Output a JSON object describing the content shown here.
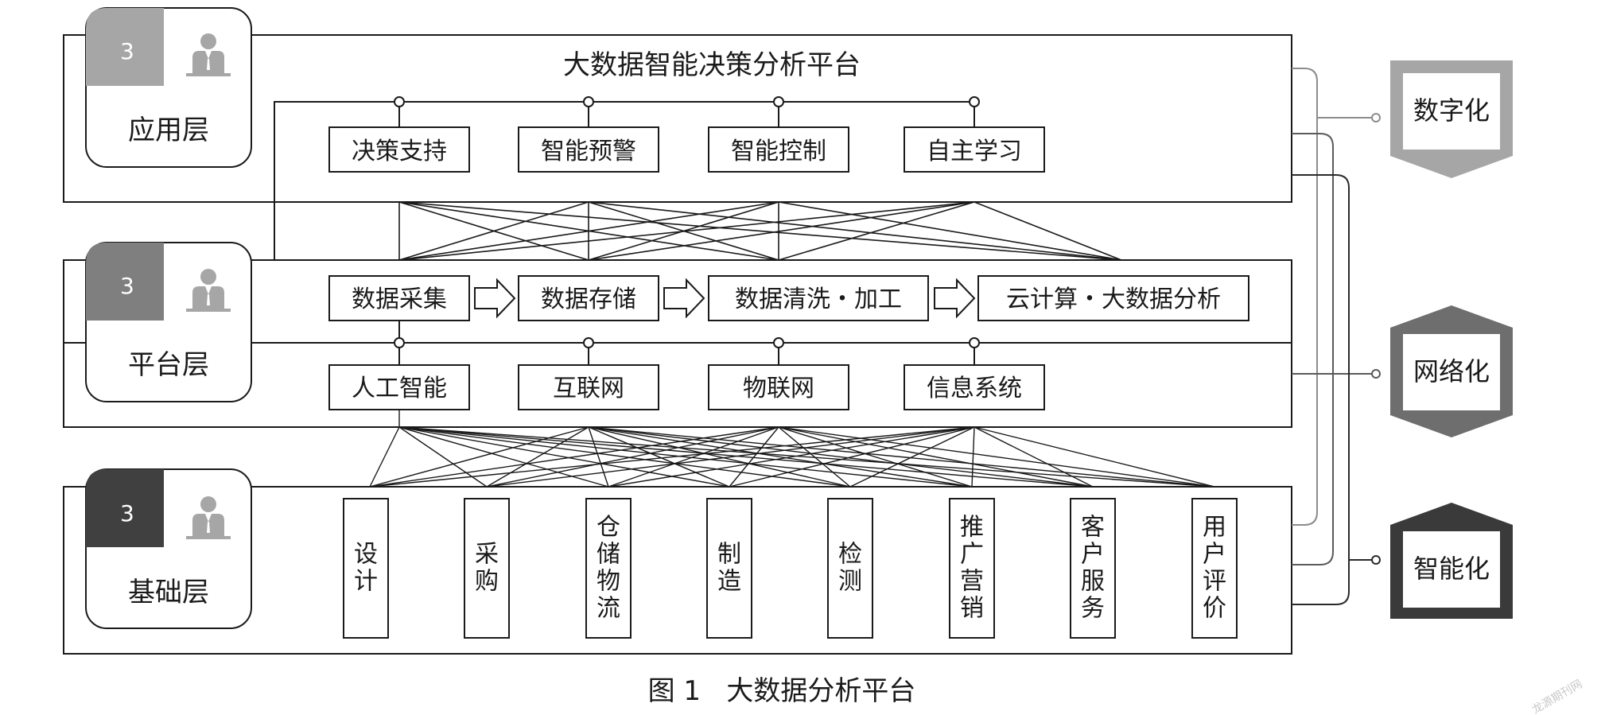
{
  "layers": {
    "application": {
      "badge": "3",
      "label": "应用层",
      "platform_title": "大数据智能决策分析平台",
      "boxes": [
        "决策支持",
        "智能预警",
        "智能控制",
        "自主学习"
      ]
    },
    "platform": {
      "badge": "3",
      "label": "平台层",
      "flow": [
        "数据采集",
        "数据存储",
        "数据清洗・加工",
        "云计算・大数据分析"
      ],
      "tech": [
        "人工智能",
        "互联网",
        "物联网",
        "信息系统"
      ]
    },
    "foundation": {
      "badge": "3",
      "label": "基础层",
      "columns": [
        "设计",
        "采购",
        "仓储物流",
        "制造",
        "检测",
        "推广营销",
        "客户服务",
        "用户评价"
      ]
    }
  },
  "outputs": [
    "数字化",
    "网络化",
    "智能化"
  ],
  "caption": "图 1   大数据分析平台",
  "watermark": "龙源期刊网",
  "colors": {
    "badge_light": "#a6a6a6",
    "badge_mid": "#7f7f7f",
    "badge_dark": "#404040",
    "badge_app": "#a6a6a6",
    "arrow_light": "#a6a6a6",
    "arrow_mid": "#6e6e6e",
    "arrow_dark": "#3a3a3a",
    "line": "#1a1a1a"
  },
  "icons": [
    "person-icon",
    "right-arrow-icon"
  ]
}
